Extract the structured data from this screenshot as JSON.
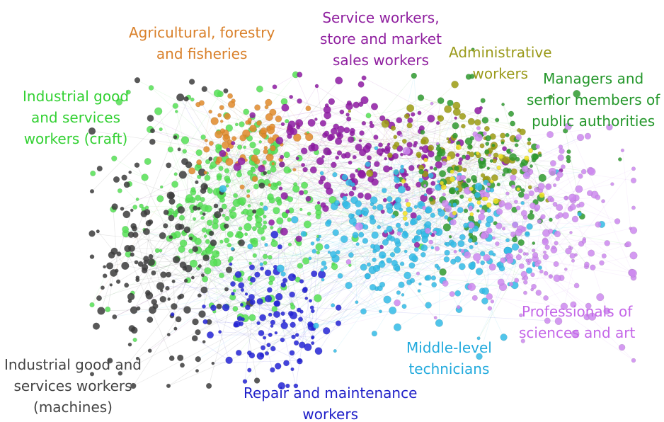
{
  "clusters": [
    {
      "key": "agri",
      "lines": [
        "Agricultural, forestry",
        "and fisheries"
      ],
      "color": "#d9802a"
    },
    {
      "key": "serv",
      "lines": [
        "Service workers,",
        "store and market",
        "sales workers"
      ],
      "color": "#8f1f9f"
    },
    {
      "key": "admin",
      "lines": [
        "Administrative",
        "workers"
      ],
      "color": "#9a9a1a"
    },
    {
      "key": "mgr",
      "lines": [
        "Managers and",
        "senior members of",
        "public authorities"
      ],
      "color": "#24972b"
    },
    {
      "key": "craft",
      "lines": [
        "Industrial good",
        "and services",
        "workers (craft)"
      ],
      "color": "#33d133"
    },
    {
      "key": "prof",
      "lines": [
        "Professionals of",
        "sciences and art"
      ],
      "color": "#c466e8"
    },
    {
      "key": "tech",
      "lines": [
        "Middle-level",
        "technicians"
      ],
      "color": "#22aadd"
    },
    {
      "key": "mach",
      "lines": [
        "Industrial good and",
        "services workers",
        "(machines)"
      ],
      "color": "#444444"
    },
    {
      "key": "repair",
      "lines": [
        "Repair and maintenance",
        "workers"
      ],
      "color": "#1e1ec8"
    }
  ],
  "node_colors": {
    "agri": "#e08a2a",
    "serv": "#8e1aa3",
    "admin": "#9b9b10",
    "mgr": "#2e9a2e",
    "craft": "#55e055",
    "prof": "#cc88ee",
    "tech": "#33bbe6",
    "mach": "#3c3c3c",
    "repair": "#2323d6",
    "highlight": "#f2e422"
  }
}
